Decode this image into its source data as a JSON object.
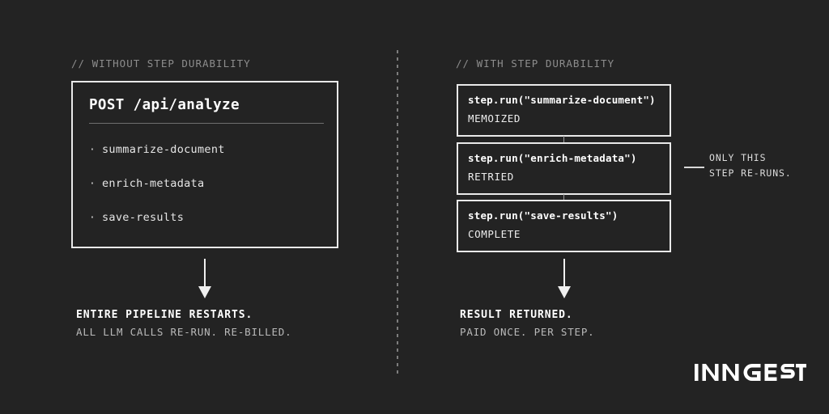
{
  "background_color": "#232323",
  "accent_color": "#ffffff",
  "muted_color": "#8d8d8d",
  "columns": {
    "left": {
      "label": "// WITHOUT STEP DURABILITY",
      "request_box": {
        "title": "POST /api/analyze",
        "steps": [
          {
            "bullet": "·",
            "label": "summarize-document"
          },
          {
            "bullet": "·",
            "label": "enrich-metadata"
          },
          {
            "bullet": "·",
            "label": "save-results"
          }
        ]
      },
      "outcome": {
        "headline": "ENTIRE PIPELINE RESTARTS.",
        "detail": "ALL LLM CALLS RE-RUN. RE-BILLED."
      }
    },
    "right": {
      "label": "// WITH STEP DURABILITY",
      "steps": [
        {
          "call": "step.run(\"summarize-document\")",
          "status": "MEMOIZED"
        },
        {
          "call": "step.run(\"enrich-metadata\")",
          "status": "RETRIED"
        },
        {
          "call": "step.run(\"save-results\")",
          "status": "COMPLETE"
        }
      ],
      "callout": {
        "line1": "ONLY THIS",
        "line2": "STEP RE-RUNS."
      },
      "outcome": {
        "headline": "RESULT RETURNED.",
        "detail": "PAID ONCE. PER STEP."
      }
    }
  },
  "brand": {
    "name": "INNGEST"
  }
}
